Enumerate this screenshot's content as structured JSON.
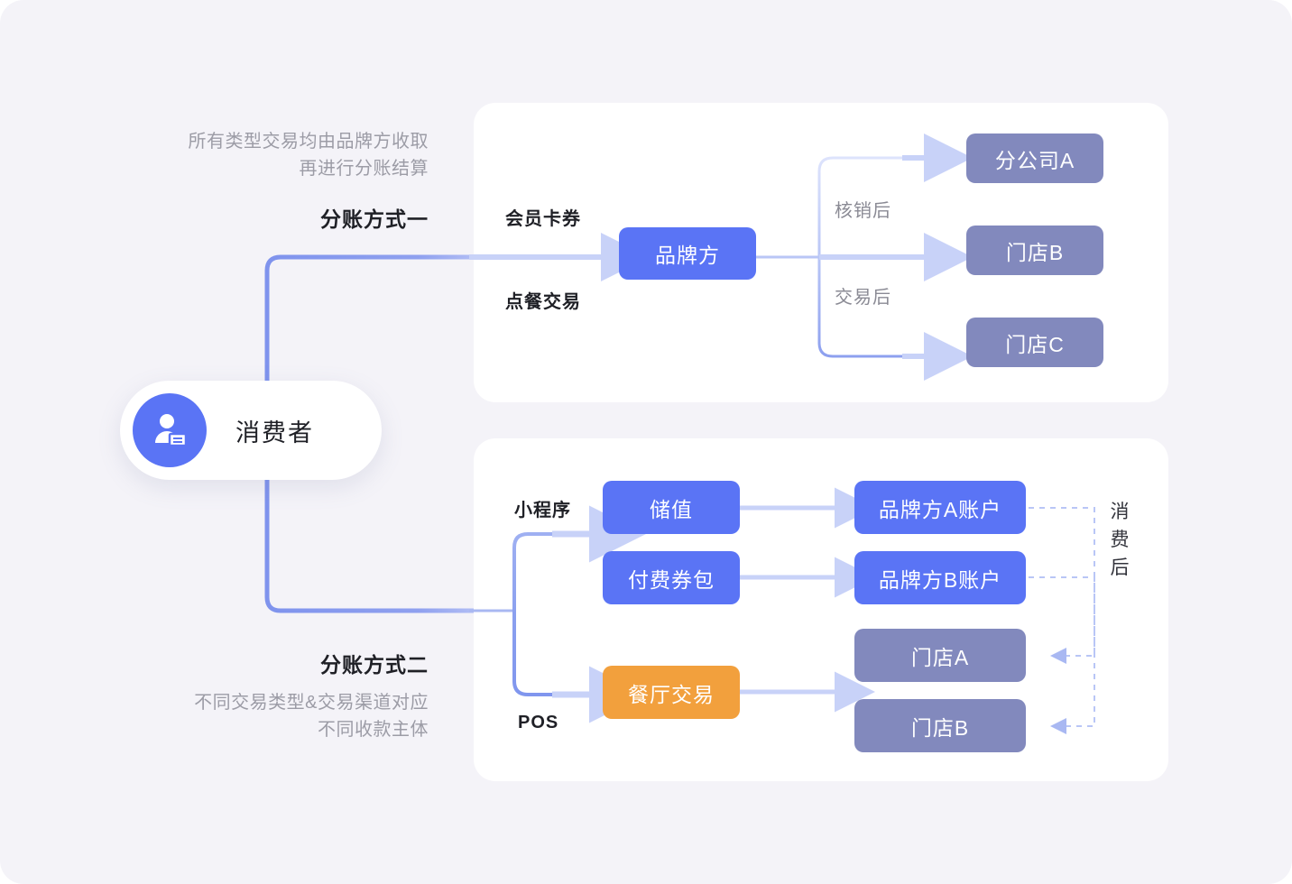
{
  "palette": {
    "page_bg": "#f4f3f8",
    "card_bg": "#ffffff",
    "brand_blue": "#5a74f5",
    "purple": "#8289bd",
    "orange": "#f2a03d",
    "arrow_light": "#c8d2f8",
    "connector_blue": "#7f93ed",
    "muted_text": "#9c9ca6",
    "dark_text": "#1f2026"
  },
  "consumer": {
    "label": "消费者",
    "icon": "user-card-icon"
  },
  "method_one": {
    "subtitle": "所有类型交易均由品牌方收取\n再进行分账结算",
    "title": "分账方式一",
    "input_labels": [
      "会员卡券",
      "点餐交易"
    ],
    "hub": "品牌方",
    "branch_labels": [
      "核销后",
      "交易后"
    ],
    "targets": [
      "分公司A",
      "门店B",
      "门店C"
    ]
  },
  "method_two": {
    "title": "分账方式二",
    "subtitle": "不同交易类型&交易渠道对应\n不同收款主体",
    "channels": [
      "小程序",
      "POS"
    ],
    "sources": [
      {
        "label": "储值",
        "color": "blue"
      },
      {
        "label": "付费券包",
        "color": "blue"
      },
      {
        "label": "餐厅交易",
        "color": "orange"
      }
    ],
    "targets": [
      {
        "label": "品牌方A账户",
        "color": "blue"
      },
      {
        "label": "品牌方B账户",
        "color": "blue"
      },
      {
        "label": "门店A",
        "color": "purple"
      },
      {
        "label": "门店B",
        "color": "purple"
      }
    ],
    "settlement_label": "消费后"
  }
}
